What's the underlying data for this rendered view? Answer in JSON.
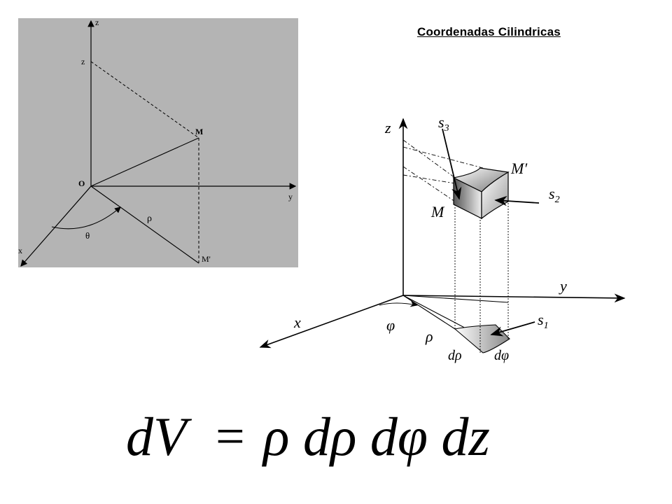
{
  "title": "Coordenadas Cilindricas",
  "left_diagram": {
    "axis_z_top": "z",
    "tick_z": "z",
    "origin": "O",
    "axis_y": "y",
    "axis_x": "x",
    "point_m": "M",
    "point_m_proj": "M'",
    "rho": "ρ",
    "theta": "θ"
  },
  "right_diagram": {
    "axis_z": "z",
    "axis_y": "y",
    "axis_x": "x",
    "s1": "s",
    "s1_sub": "1",
    "s2": "s",
    "s2_sub": "2",
    "s3": "s",
    "s3_sub": "3",
    "m_prime": "M′",
    "m": "M",
    "phi": "φ",
    "rho": "ρ",
    "d_rho": "dρ",
    "d_phi": "dφ"
  },
  "formula": {
    "lhs": "dV",
    "eq": "=",
    "rhs": "ρ dρ dφ dz"
  }
}
